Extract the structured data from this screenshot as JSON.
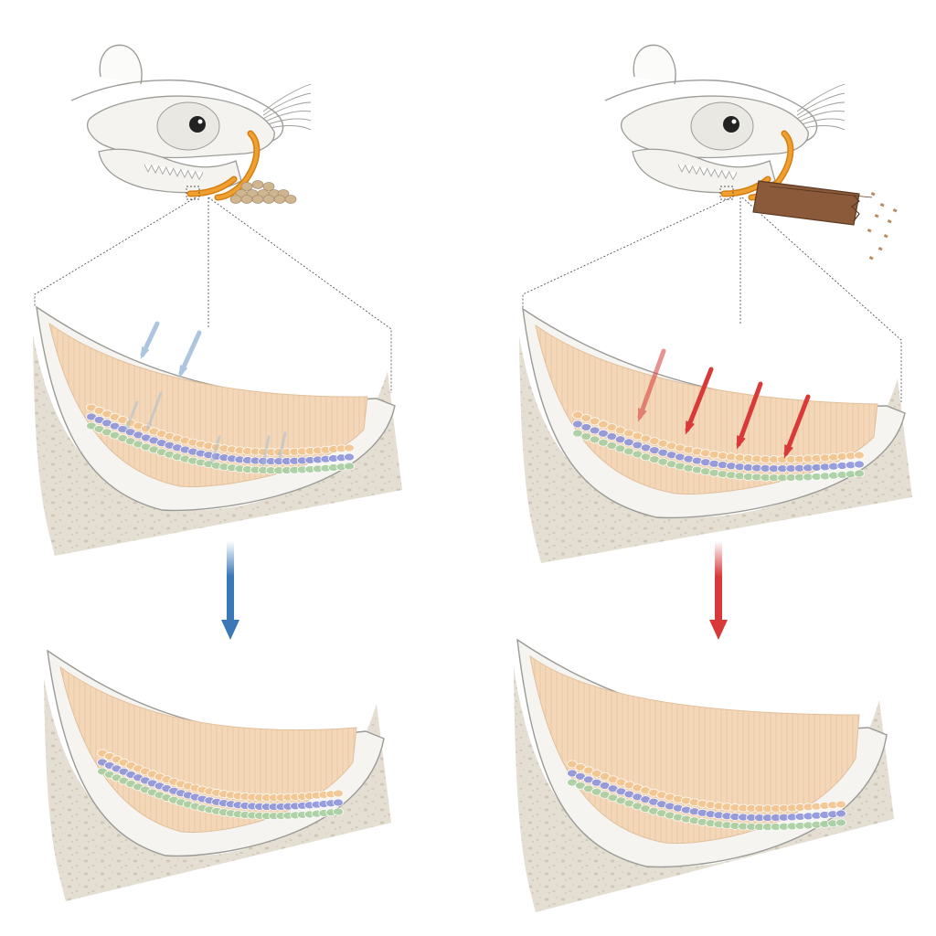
{
  "colors": {
    "background": "#ffffff",
    "skull_fill": "#f4f3ef",
    "skull_line": "#9c9c98",
    "incisor": "#f0a030",
    "incisor_dark": "#d47f12",
    "pellet": "#cfb690",
    "wood": "#8a5a3a",
    "wood_dark": "#5e3a22",
    "bone": "#e4ded3",
    "bone_speck": "#c9c1b3",
    "enamel": "#f5f4f0",
    "dentin": "#f3d7b8",
    "dentin_line": "#e3bc94",
    "odontoblast": "#f2c690",
    "pink_layer": "#f0b0a8",
    "blue_layer": "#8e95dc",
    "green_layer": "#a9cfa2",
    "soft_arrow": "#9fbcd9",
    "blue_arrow": "#3a78b8",
    "red_arrow": "#d83a3a"
  },
  "panels": [
    {
      "id": "soft-diet",
      "skull_icon": "rat-skull-icon",
      "food_icon": "soft-pellets-icon",
      "force_arrows": "weak",
      "outcome_arrow_color": "blue",
      "outcome": "thinner-dentin"
    },
    {
      "id": "hard-diet",
      "skull_icon": "rat-skull-icon",
      "food_icon": "wooden-stick-icon",
      "force_arrows": "strong",
      "outcome_arrow_color": "red",
      "outcome": "thicker-dentin"
    }
  ]
}
